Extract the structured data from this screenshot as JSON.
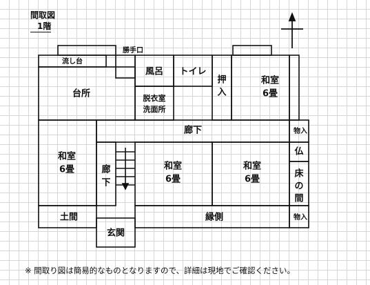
{
  "header": {
    "title": "間取図",
    "floor": "1階"
  },
  "rooms": {
    "kitchen": "台所",
    "sink": "流し台",
    "back_door": "勝手口",
    "bath": "風呂",
    "toilet": "トイレ",
    "dressing": [
      "脱衣室",
      "洗面所"
    ],
    "closet_left": [
      "押",
      "入"
    ],
    "washitsu_ne": [
      "和室",
      "6畳"
    ],
    "corridor_top": "廊下",
    "storage_1": "物入",
    "washitsu_w": [
      "和室",
      "6畳"
    ],
    "corridor_left": [
      "廊",
      "下"
    ],
    "washitsu_c": [
      "和室",
      "6畳"
    ],
    "washitsu_e": [
      "和室",
      "6畳"
    ],
    "butsudan": "仏",
    "tokonoma": [
      "床",
      "の",
      "間"
    ],
    "doma": "土間",
    "engawa": "縁側",
    "storage_2": "物入",
    "genkan": "玄関"
  },
  "compass": {
    "icon": "north-arrow-icon"
  },
  "footer": {
    "note": "※ 間取り図は簡易的なものとなりますので、詳細は現地でご確認ください。"
  }
}
